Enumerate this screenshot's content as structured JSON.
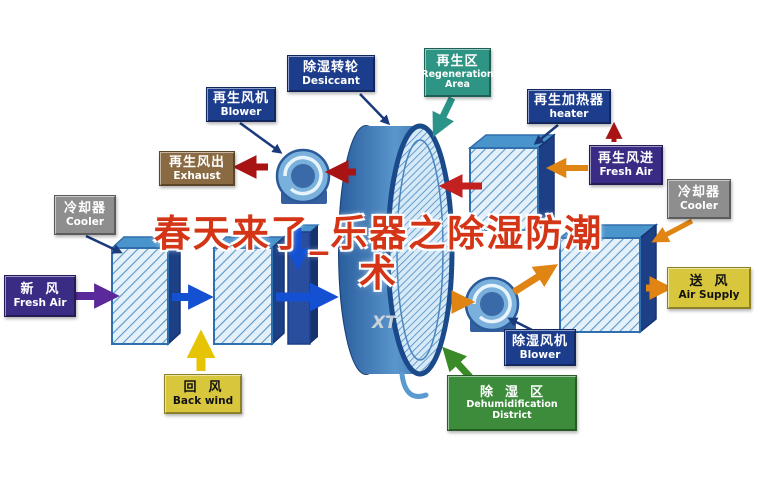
{
  "title": {
    "line1": "春天来了_乐器之除湿防潮",
    "line2": "术"
  },
  "watermark": "XT",
  "boxes": {
    "desiccant": {
      "zh": "除湿转轮",
      "en": "Desiccant"
    },
    "regen_area": {
      "zh": "再生区",
      "en": "Regeneration Area"
    },
    "regen_blower": {
      "zh": "再生风机",
      "en": "Blower"
    },
    "regen_heater": {
      "zh": "再生加热器",
      "en": "heater"
    },
    "exhaust": {
      "zh": "再生风出",
      "en": "Exhaust"
    },
    "regen_fresh_air": {
      "zh": "再生风进",
      "en": "Fresh Air"
    },
    "cooler_left": {
      "zh": "冷却器",
      "en": "Cooler"
    },
    "cooler_right": {
      "zh": "冷却器",
      "en": "Cooler"
    },
    "fresh_air": {
      "zh": "新  风",
      "en": "Fresh Air"
    },
    "back_wind": {
      "zh": "回  风",
      "en": "Back wind"
    },
    "air_supply": {
      "zh": "送  风",
      "en": "Air Supply"
    },
    "dehumid_blower": {
      "zh": "除湿风机",
      "en": "Blower"
    },
    "dehumid_district": {
      "zh": "除  湿  区",
      "en": "Dehumidification District"
    }
  },
  "colors": {
    "navy": "#1c3c8c",
    "teal": "#2e9484",
    "brown": "#8a6a42",
    "indigo": "#3a2c84",
    "gray": "#8e8e8e",
    "yellow": "#d8c63c",
    "green": "#3c8c3c",
    "title_red": "#d43517",
    "arrow_blue": "#1450d2",
    "arrow_orange": "#e08414",
    "arrow_dark_red": "#a81414",
    "arrow_red": "#c32020",
    "arrow_purple": "#5a2a9a",
    "arrow_yellow": "#e6c404",
    "arrow_teal": "#2a9488",
    "arrow_green": "#3a8a28"
  }
}
